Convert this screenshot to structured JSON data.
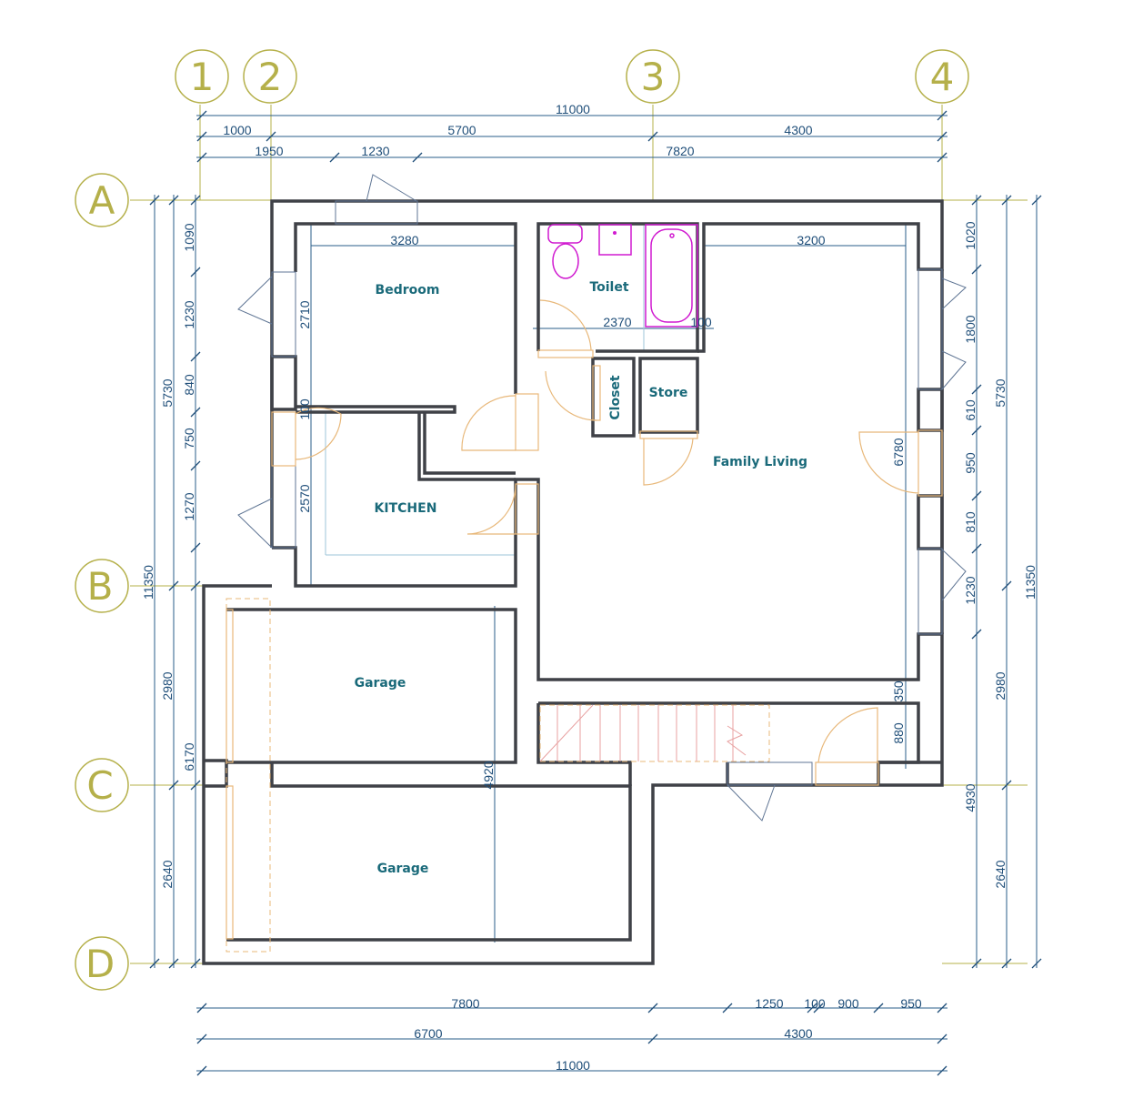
{
  "grid_axes": {
    "columns": [
      "1",
      "2",
      "3",
      "4"
    ],
    "rows": [
      "A",
      "B",
      "C",
      "D"
    ]
  },
  "rooms": {
    "bedroom": "Bedroom",
    "kitchen": "KITCHEN",
    "toilet": "Toilet",
    "closet": "Closet",
    "store": "Store",
    "family_living": "Family Living",
    "garage_upper": "Garage",
    "garage_lower": "Garage"
  },
  "dims": {
    "top_overall": "11000",
    "top_row2": [
      "1000",
      "5700",
      "4300"
    ],
    "top_row3": [
      "1950",
      "1230",
      "7820"
    ],
    "bottom_row1": [
      "7800",
      "1250",
      "100",
      "900",
      "950"
    ],
    "bottom_row2": [
      "6700",
      "4300"
    ],
    "bottom_overall": "11000",
    "left_inner": [
      "1090",
      "1230",
      "840",
      "750",
      "1270"
    ],
    "left_mid": [
      "5730",
      "2980",
      "2640"
    ],
    "left_outer": [
      "11350",
      "6170"
    ],
    "right_inner": [
      "1020",
      "1800",
      "610",
      "950",
      "810",
      "1230",
      "4930"
    ],
    "right_mid": [
      "5730",
      "2980",
      "2640"
    ],
    "right_outer": "11350",
    "interior": {
      "bedroom_width": "3280",
      "bedroom_height": "2710",
      "wall_100_left": "100",
      "kitchen_height": "2570",
      "toilet_width": "2370",
      "toilet_wall": "100",
      "living_width": "3200",
      "living_height": "6780",
      "garage_depth": "4920",
      "stair_350": "350",
      "stair_880": "880"
    }
  },
  "colors": {
    "walls": "#3f4147",
    "dimensions": "#1f4e79",
    "grid": "#b5b04a",
    "doors": "#e8b87a",
    "fixtures": "#d01ad0",
    "room_labels": "#1a6a7a"
  }
}
